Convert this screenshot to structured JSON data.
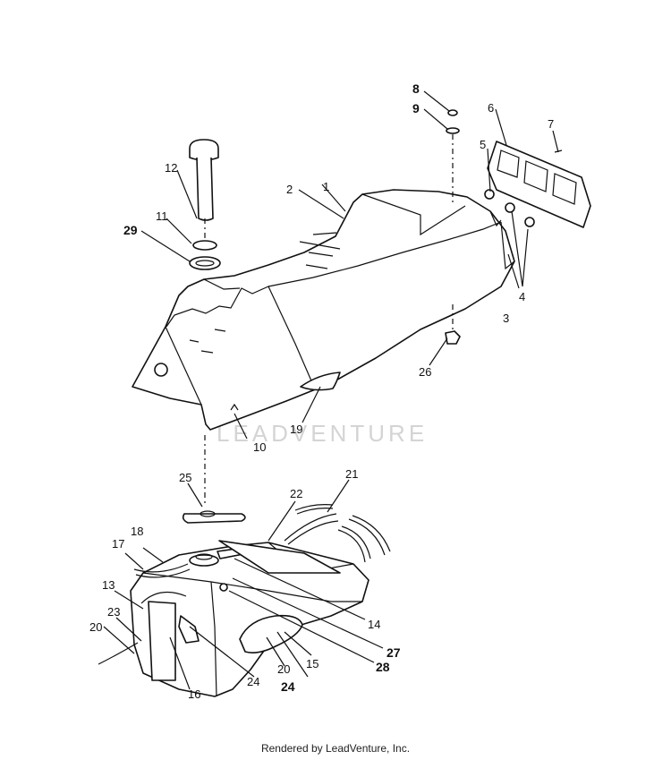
{
  "diagram": {
    "callouts": [
      {
        "id": "c1",
        "text": "1",
        "bold": false
      },
      {
        "id": "c2",
        "text": "2",
        "bold": false
      },
      {
        "id": "c3",
        "text": "3",
        "bold": false
      },
      {
        "id": "c4",
        "text": "4",
        "bold": false
      },
      {
        "id": "c5",
        "text": "5",
        "bold": false
      },
      {
        "id": "c6",
        "text": "6",
        "bold": false
      },
      {
        "id": "c7",
        "text": "7",
        "bold": false
      },
      {
        "id": "c8",
        "text": "8",
        "bold": false
      },
      {
        "id": "c9",
        "text": "9",
        "bold": false
      },
      {
        "id": "c10",
        "text": "10",
        "bold": false
      },
      {
        "id": "c11",
        "text": "11",
        "bold": false
      },
      {
        "id": "c12",
        "text": "12",
        "bold": false
      },
      {
        "id": "c13",
        "text": "13",
        "bold": false
      },
      {
        "id": "c14",
        "text": "14",
        "bold": false
      },
      {
        "id": "c15",
        "text": "15",
        "bold": false
      },
      {
        "id": "c16",
        "text": "16",
        "bold": false
      },
      {
        "id": "c17",
        "text": "17",
        "bold": false
      },
      {
        "id": "c18",
        "text": "18",
        "bold": false
      },
      {
        "id": "c19",
        "text": "19",
        "bold": false
      },
      {
        "id": "c20a",
        "text": "20",
        "bold": false
      },
      {
        "id": "c20b",
        "text": "20",
        "bold": false
      },
      {
        "id": "c21",
        "text": "21",
        "bold": false
      },
      {
        "id": "c22",
        "text": "22",
        "bold": false
      },
      {
        "id": "c23",
        "text": "23",
        "bold": false
      },
      {
        "id": "c24a",
        "text": "24",
        "bold": false
      },
      {
        "id": "c24b",
        "text": "24",
        "bold": true
      },
      {
        "id": "c25",
        "text": "25",
        "bold": false
      },
      {
        "id": "c26",
        "text": "26",
        "bold": false
      },
      {
        "id": "c27",
        "text": "27",
        "bold": true
      },
      {
        "id": "c28",
        "text": "28",
        "bold": true
      },
      {
        "id": "c29",
        "text": "29",
        "bold": true
      }
    ],
    "watermark": "LEADVENTURE"
  },
  "footer": {
    "text": "Rendered by LeadVenture, Inc."
  }
}
